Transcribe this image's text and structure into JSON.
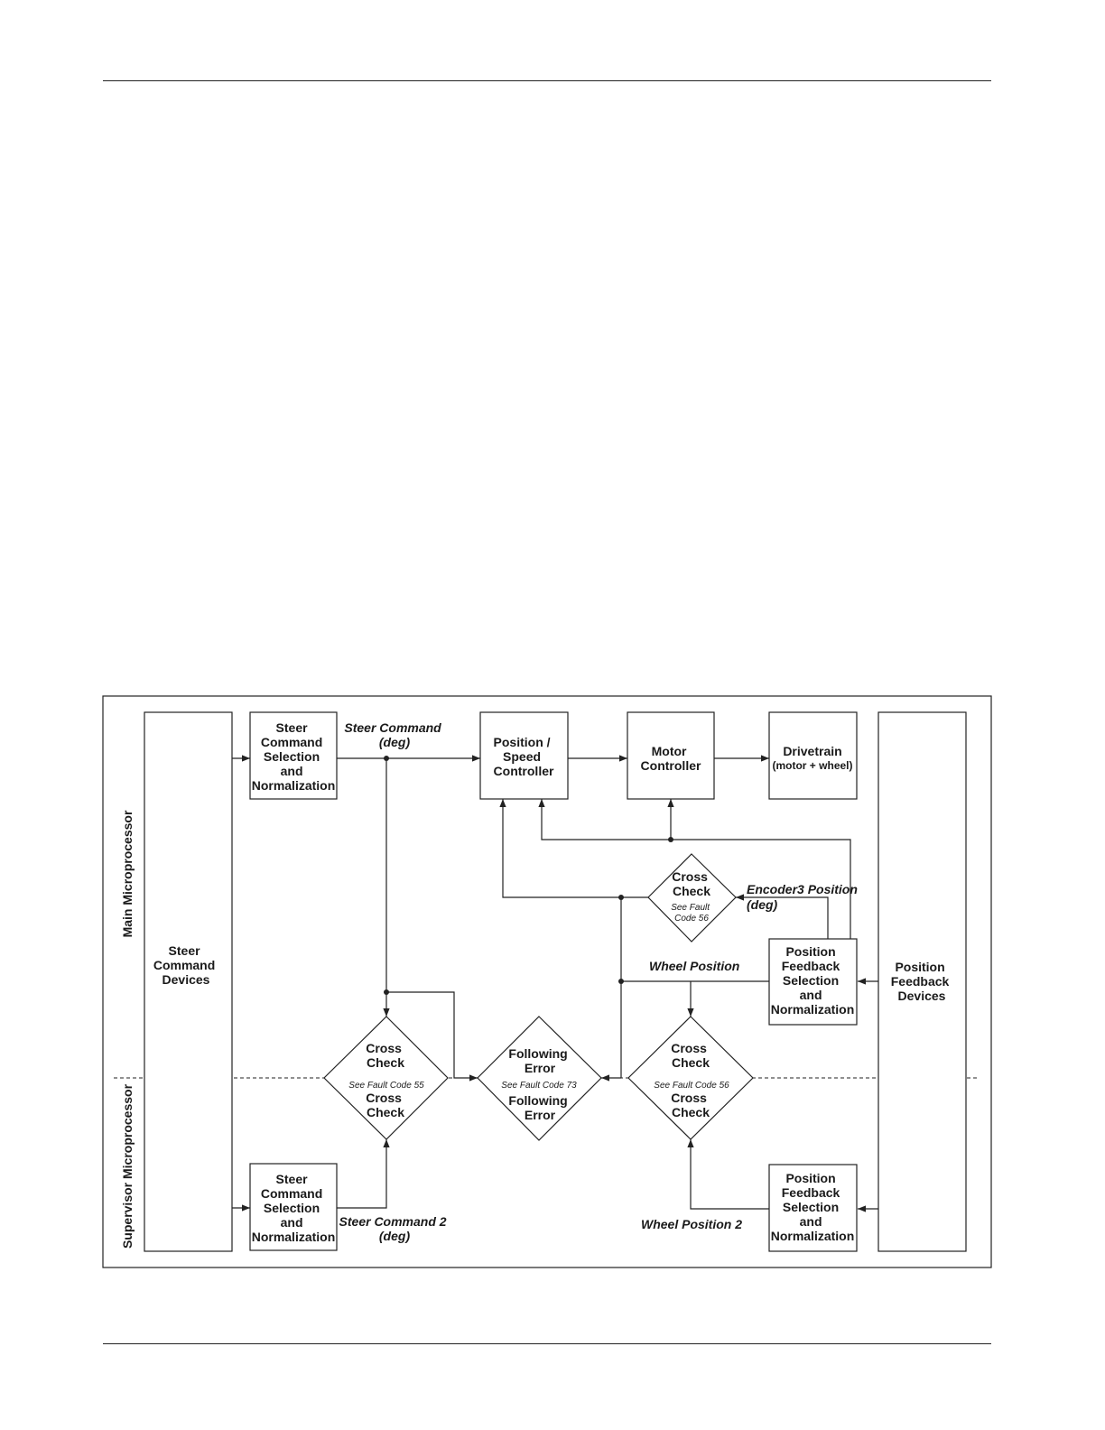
{
  "regions": {
    "main": "Main Microprocessor",
    "supervisor": "Supervisor Microprocessor"
  },
  "blocks": {
    "steer_devices": [
      "Steer",
      "Command",
      "Devices"
    ],
    "steer_sel_main": [
      "Steer",
      "Command",
      "Selection",
      "and",
      "Normalization"
    ],
    "steer_sel_sup": [
      "Steer",
      "Command",
      "Selection",
      "and",
      "Normalization"
    ],
    "pos_speed": [
      "Position /",
      "Speed",
      "Controller"
    ],
    "motor": [
      "Motor",
      "Controller"
    ],
    "drivetrain": [
      "Drivetrain"
    ],
    "drivetrain_sub": "(motor + wheel)",
    "pfb_sel_main": [
      "Position",
      "Feedback",
      "Selection",
      "and",
      "Normalization"
    ],
    "pfb_sel_sup": [
      "Position",
      "Feedback",
      "Selection",
      "and",
      "Normalization"
    ],
    "pfb_devices": [
      "Position",
      "Feedback",
      "Devices"
    ]
  },
  "checks": {
    "cc_encoder": {
      "title": [
        "Cross",
        "Check"
      ],
      "fault": [
        "See Fault",
        "Code 56"
      ]
    },
    "cc_left": {
      "top": [
        "Cross",
        "Check"
      ],
      "fault": "See Fault Code 55",
      "bottom": [
        "Cross",
        "Check"
      ]
    },
    "following": {
      "top": [
        "Following",
        "Error"
      ],
      "fault": "See Fault Code 73",
      "bottom": [
        "Following",
        "Error"
      ]
    },
    "cc_right": {
      "top": [
        "Cross",
        "Check"
      ],
      "fault": "See Fault Code 56",
      "bottom": [
        "Cross",
        "Check"
      ]
    }
  },
  "signals": {
    "steer_cmd": [
      "Steer Command",
      "(deg)"
    ],
    "steer_cmd2": [
      "Steer Command 2",
      "(deg)"
    ],
    "encoder3": [
      "Encoder3 Position",
      "(deg)"
    ],
    "wheel_pos": "Wheel Position",
    "wheel_pos2": "Wheel Position 2"
  }
}
